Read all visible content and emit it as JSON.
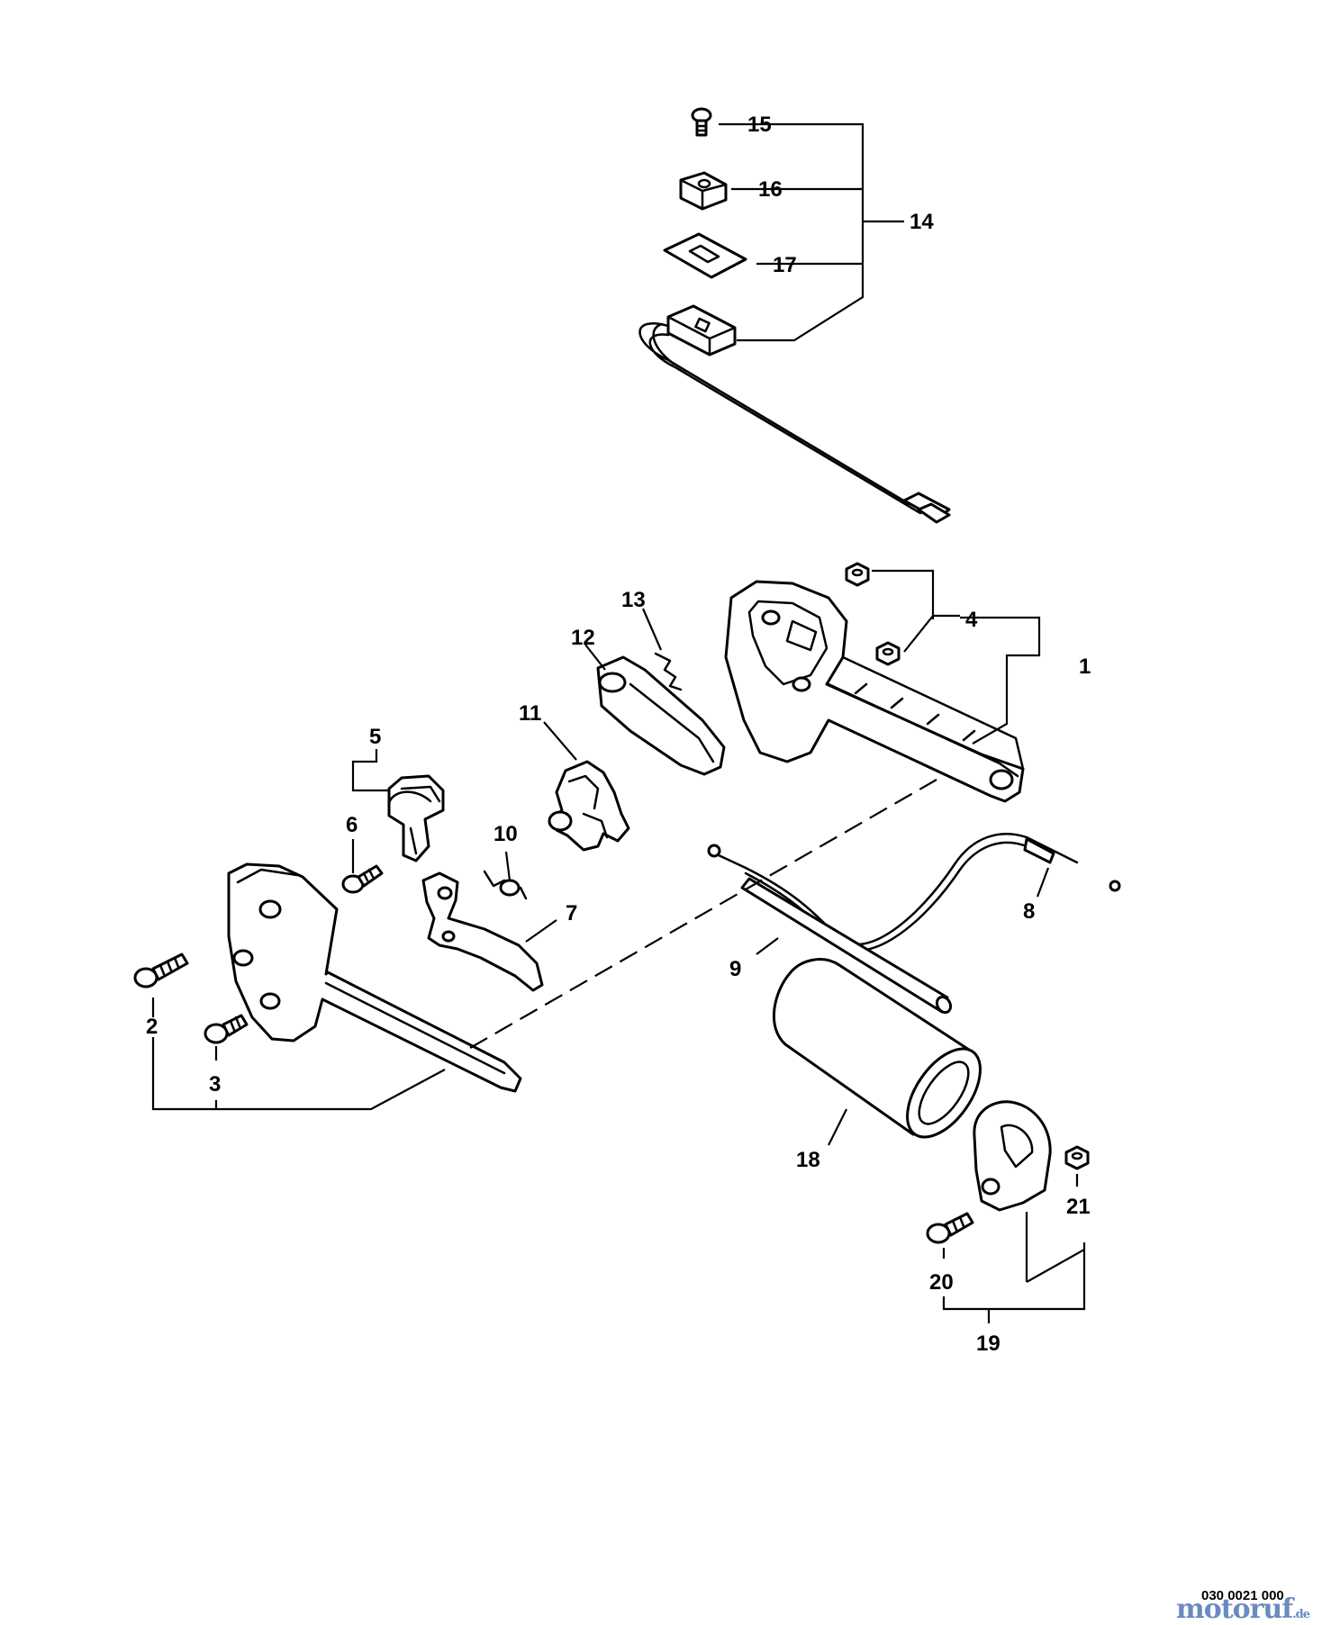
{
  "callouts": [
    {
      "id": "p1",
      "text": "1"
    },
    {
      "id": "p2",
      "text": "2"
    },
    {
      "id": "p3",
      "text": "3"
    },
    {
      "id": "p4",
      "text": "4"
    },
    {
      "id": "p5",
      "text": "5"
    },
    {
      "id": "p6",
      "text": "6"
    },
    {
      "id": "p7",
      "text": "7"
    },
    {
      "id": "p8",
      "text": "8"
    },
    {
      "id": "p9",
      "text": "9"
    },
    {
      "id": "p10",
      "text": "10"
    },
    {
      "id": "p11",
      "text": "11"
    },
    {
      "id": "p12",
      "text": "12"
    },
    {
      "id": "p13",
      "text": "13"
    },
    {
      "id": "p14",
      "text": "14"
    },
    {
      "id": "p15",
      "text": "15"
    },
    {
      "id": "p16",
      "text": "16"
    },
    {
      "id": "p17",
      "text": "17"
    },
    {
      "id": "p18",
      "text": "18"
    },
    {
      "id": "p19",
      "text": "19"
    },
    {
      "id": "p20",
      "text": "20"
    },
    {
      "id": "p21",
      "text": "21"
    }
  ],
  "document_code": "030 0021 000",
  "watermark": {
    "name": "motoruf",
    "tld": ".de"
  }
}
